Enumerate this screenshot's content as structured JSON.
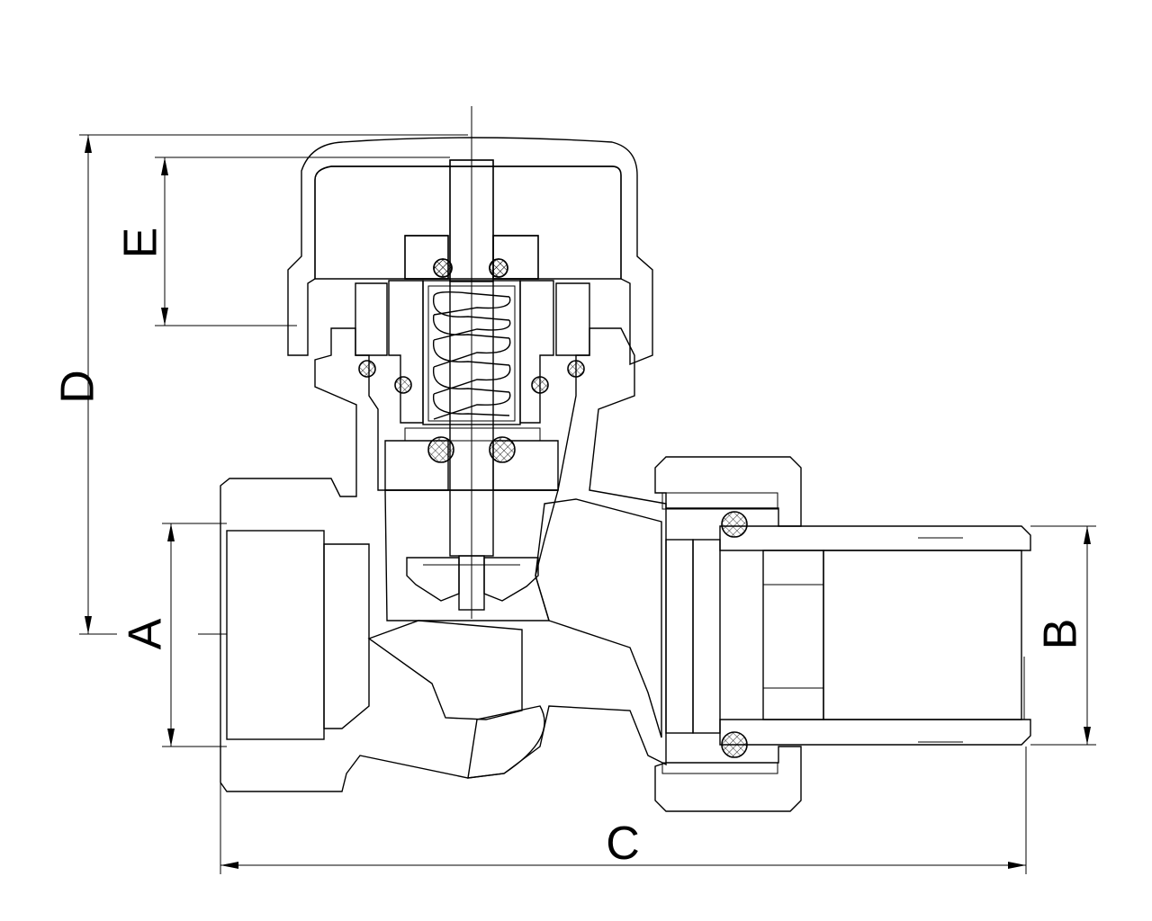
{
  "dimensions": {
    "A": "A",
    "B": "B",
    "C": "C",
    "D": "D",
    "E": "E"
  },
  "colors": {
    "line": "#000000",
    "background": "#ffffff"
  }
}
